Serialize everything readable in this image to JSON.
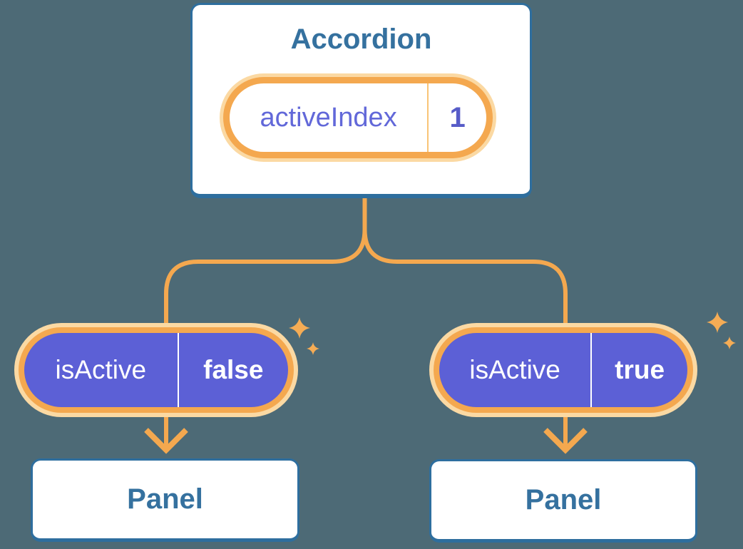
{
  "diagram": {
    "parent": {
      "title": "Accordion",
      "state_pill": {
        "label": "activeIndex",
        "value": "1"
      }
    },
    "children": [
      {
        "prop_pill": {
          "label": "isActive",
          "value": "false"
        },
        "panel": {
          "title": "Panel"
        }
      },
      {
        "prop_pill": {
          "label": "isActive",
          "value": "true"
        },
        "panel": {
          "title": "Panel"
        }
      }
    ],
    "icons": {
      "sparkle": "four-point-star-sparkle",
      "arrow": "downward-chevron-arrow"
    }
  },
  "colors": {
    "bg": "#4D6A76",
    "box-fill": "#FFFFFF",
    "blue-border": "#2E6E9E",
    "blue-text": "#35719F",
    "orange": "#F4A84F",
    "cream": "#FBD9A3",
    "divider-orange": "#F9C476",
    "purple": "#5C60D6",
    "purple-label": "#6268D9",
    "purple-value": "#575CC8",
    "sparkle": "#F5AC55"
  }
}
